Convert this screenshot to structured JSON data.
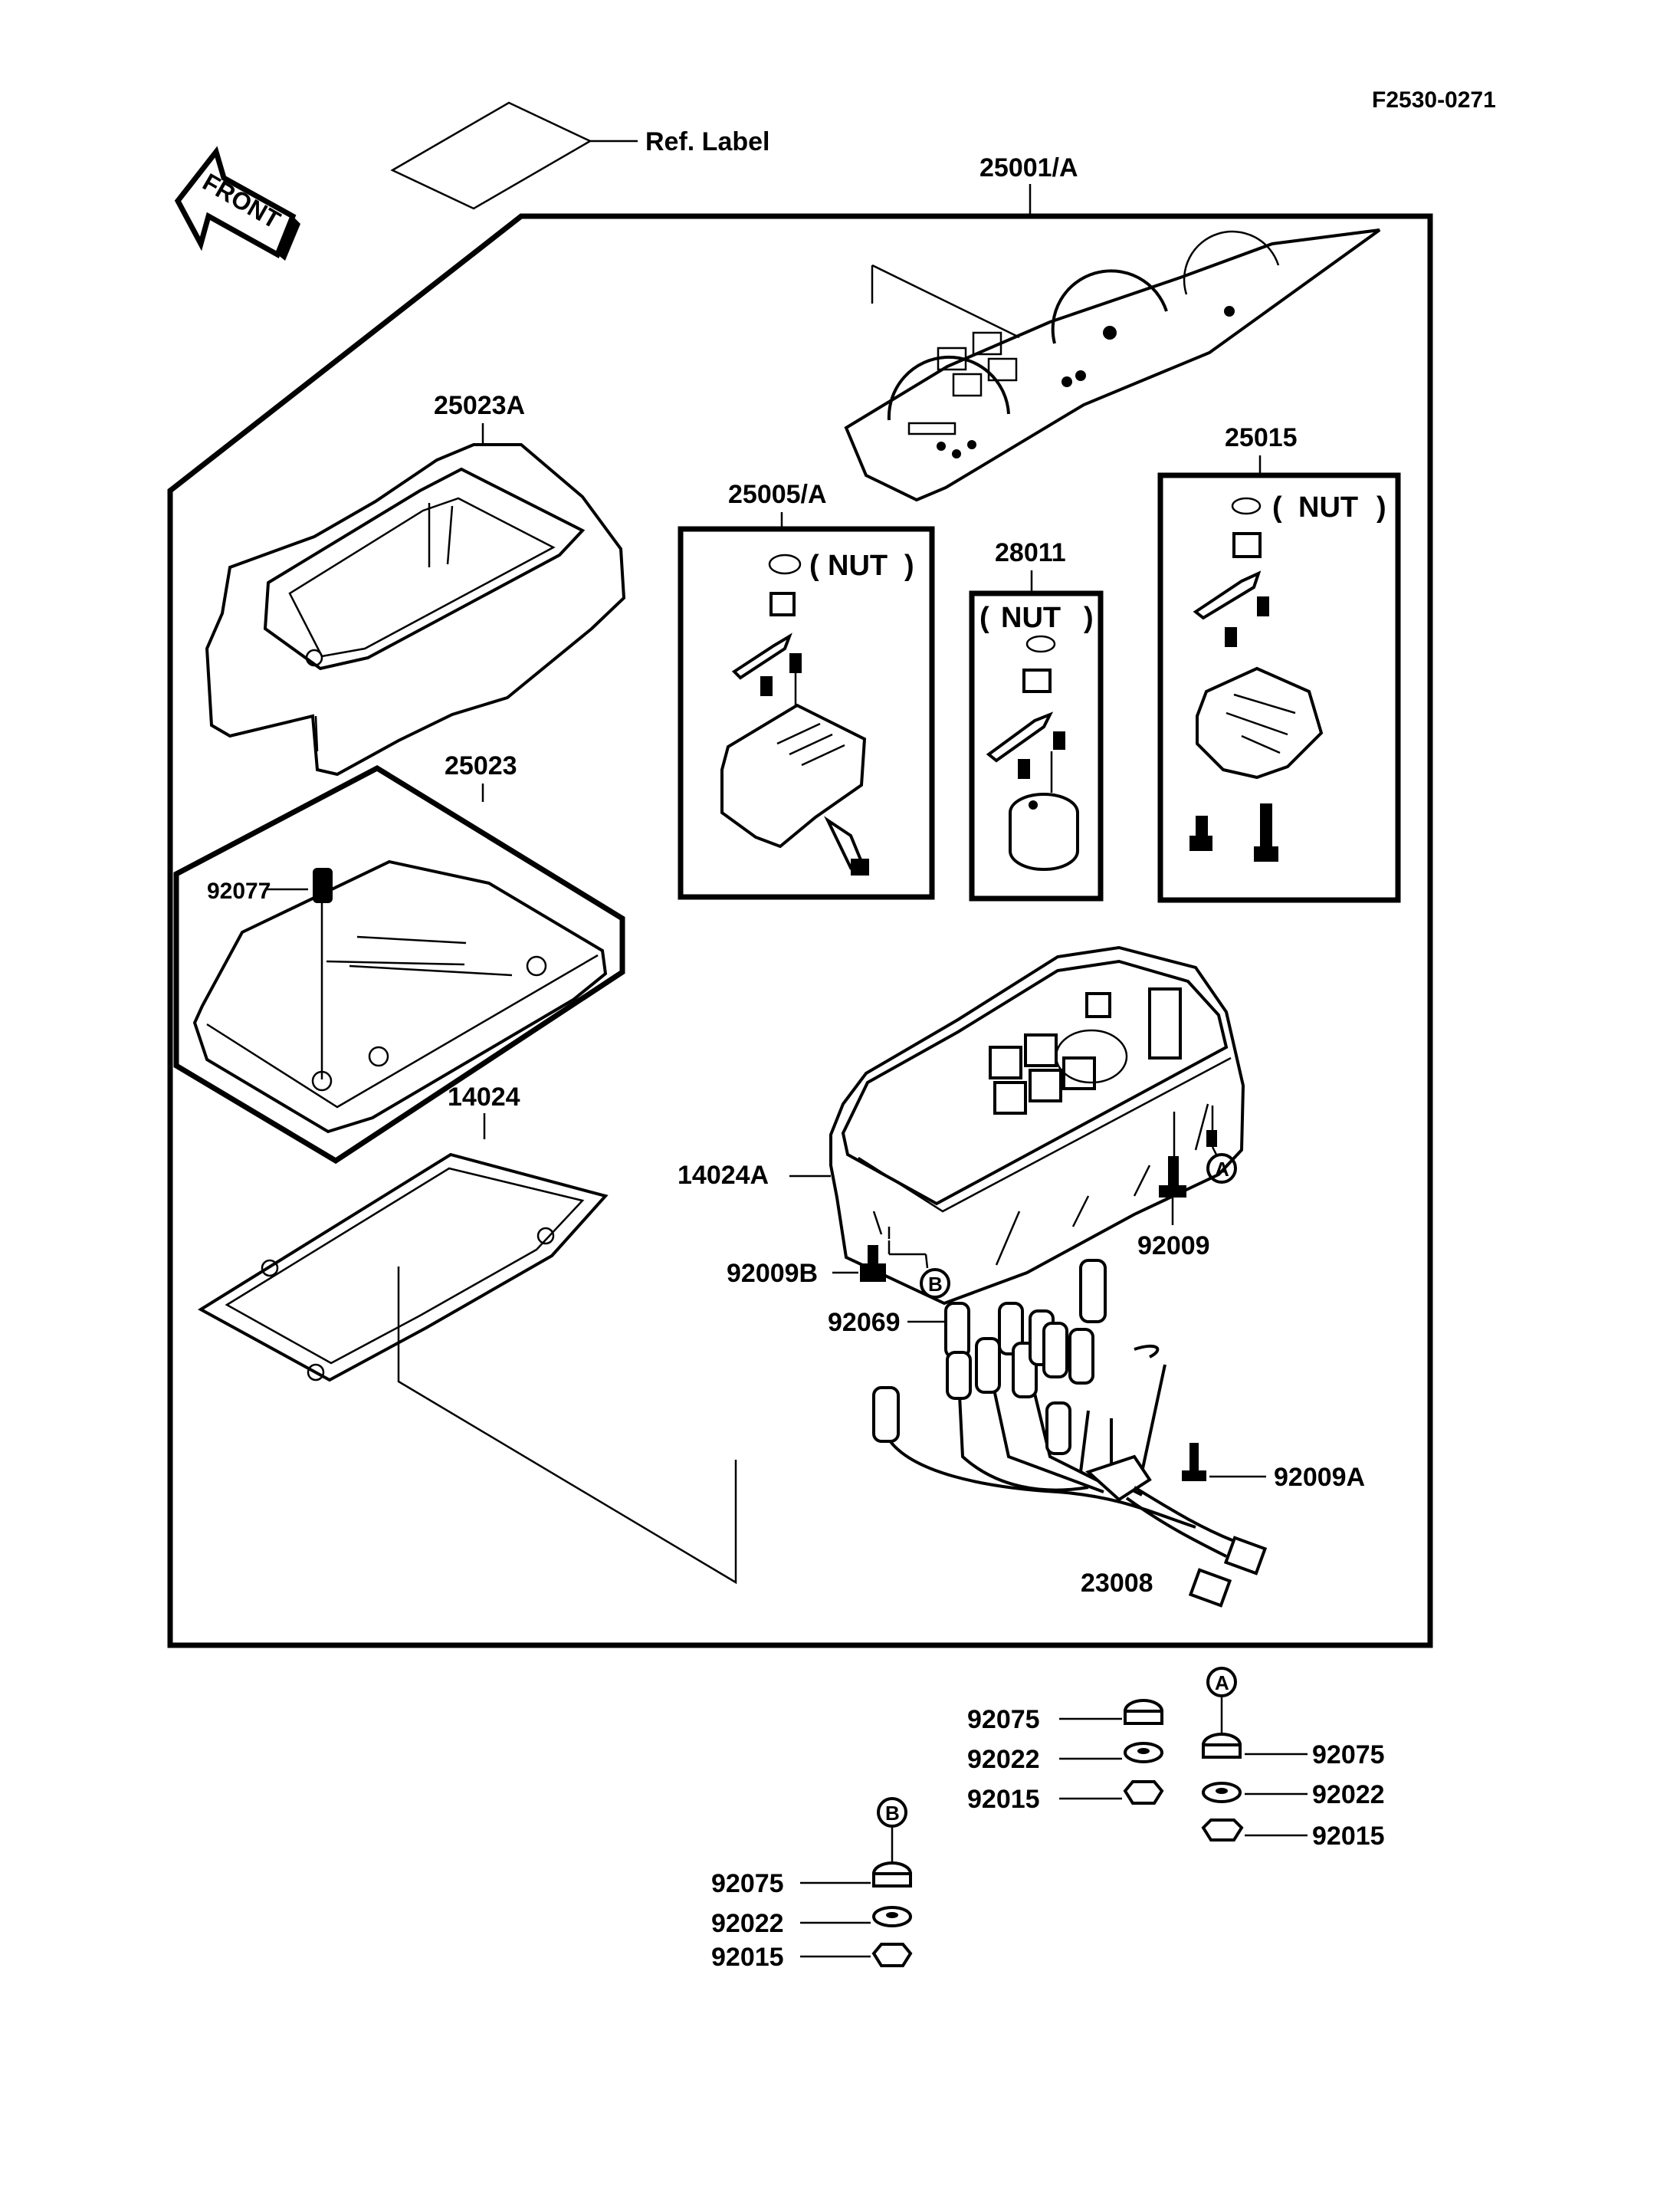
{
  "diagram": {
    "drawing_code": "F2530-0271",
    "front_arrow": "FRONT",
    "ref_label": "Ref. Label",
    "nut": "NUT",
    "callouts": {
      "meter_assy": "25001/A",
      "case_cover_a": "25023A",
      "case_cover": "25023",
      "screw_92077": "92077",
      "packing": "14024",
      "speedometer": "25005/A",
      "fuel_gauge": "28011",
      "tachometer": "25015",
      "case_lower": "14024A",
      "bolt_92009": "92009",
      "bolt_92009b": "92009B",
      "socket_92069": "92069",
      "bolt_92009a": "92009A",
      "lead": "23008"
    },
    "ref_marks": {
      "a": "A",
      "b": "B"
    },
    "hardware_set_a": {
      "grommet": "92075",
      "washer": "92022",
      "nut": "92015"
    },
    "hardware_set_b": {
      "grommet": "92075",
      "washer": "92022",
      "nut": "92015"
    },
    "hardware_set_c": {
      "grommet": "92075",
      "washer": "92022",
      "nut": "92015"
    }
  }
}
